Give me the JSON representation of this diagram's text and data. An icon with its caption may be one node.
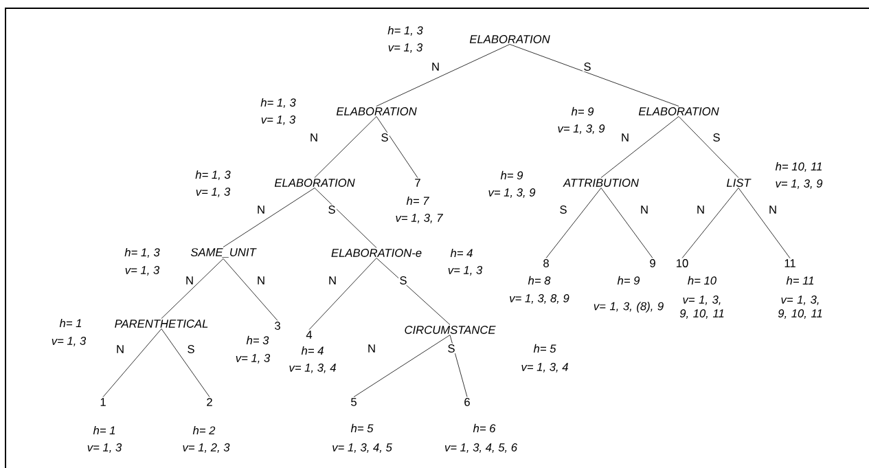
{
  "diagram": {
    "nodes": [
      {
        "text": [
          "ELABORATION"
        ],
        "beside": [
          "h= 1, 3",
          "v= 1, 3"
        ]
      },
      {
        "text": [
          "ELABORATION"
        ],
        "beside": [
          "h= 1, 3",
          "v= 1, 3"
        ]
      },
      {
        "text": [
          "ELABORATION"
        ],
        "beside": [
          "h= 9",
          "v= 1, 3, 9"
        ]
      },
      {
        "text": [
          "ELABORATION"
        ],
        "beside": [
          "h= 1, 3",
          "v= 1, 3"
        ]
      },
      {
        "text": [
          "7"
        ],
        "beside": [
          "h= 7",
          "v= 1, 3, 7"
        ]
      },
      {
        "text": [
          "ATTRIBUTION"
        ],
        "beside": [
          "h= 9",
          "v= 1, 3, 9"
        ]
      },
      {
        "text": [
          "LIST"
        ],
        "beside": [
          "h= 10, 11",
          "v= 1, 3, 9"
        ]
      },
      {
        "text": [
          "SAME_UNIT"
        ],
        "beside": [
          "h= 1, 3",
          "v= 1, 3"
        ]
      },
      {
        "text": [
          "ELABORATION-e"
        ],
        "beside": [
          "h= 4",
          "v= 1, 3"
        ]
      },
      {
        "text": [
          "8"
        ],
        "beside": [
          "h= 8",
          "v= 1, 3, 8, 9"
        ]
      },
      {
        "text": [
          "9"
        ],
        "beside": [
          "h= 9",
          "v= 1, 3, (8), 9"
        ]
      },
      {
        "text": [
          "10"
        ],
        "beside": [
          "h= 10",
          "v= 1, 3, 9, 10, 11"
        ]
      },
      {
        "text": [
          "11"
        ],
        "beside": [
          "h= 11",
          "v= 1, 3, 9, 10, 11"
        ]
      },
      {
        "text": [
          "PARENTHETICAL"
        ],
        "beside": [
          "h= 1",
          "v= 1, 3"
        ]
      },
      {
        "text": [
          "3"
        ],
        "beside": [
          "h= 3",
          "v= 1, 3"
        ]
      },
      {
        "text": [
          "4"
        ],
        "beside": [
          "h= 4",
          "v= 1, 3, 4"
        ]
      },
      {
        "text": [
          "CIRCUMSTANCE"
        ],
        "beside": [
          "h= 5",
          "v= 1, 3, 4"
        ]
      },
      {
        "text": [
          "1"
        ],
        "beside": [
          "h= 1",
          "v= 1, 3"
        ]
      },
      {
        "text": [
          "2"
        ],
        "beside": [
          "h= 2",
          "v= 1, 2, 3"
        ]
      },
      {
        "text": [
          "5"
        ],
        "beside": [
          "h= 5",
          "v= 1, 3, 4, 5"
        ]
      },
      {
        "text": [
          "6"
        ],
        "beside": [
          "h= 6",
          "v= 1, 3, 4, 5, 6"
        ]
      }
    ],
    "edges": [
      {
        "from": 0,
        "to": 1,
        "arrow": "none",
        "label": "N"
      },
      {
        "from": 0,
        "to": 2,
        "arrow": "none",
        "label": "S"
      },
      {
        "from": 1,
        "to": 3,
        "arrow": "none",
        "label": "N"
      },
      {
        "from": 1,
        "to": 4,
        "arrow": "none",
        "label": "S"
      },
      {
        "from": 2,
        "to": 5,
        "arrow": "none",
        "label": "N"
      },
      {
        "from": 2,
        "to": 6,
        "arrow": "none",
        "label": "S"
      },
      {
        "from": 3,
        "to": 7,
        "arrow": "none",
        "label": "N"
      },
      {
        "from": 3,
        "to": 8,
        "arrow": "none",
        "label": "S"
      },
      {
        "from": 5,
        "to": 9,
        "arrow": "none",
        "label": "S"
      },
      {
        "from": 5,
        "to": 10,
        "arrow": "none",
        "label": "N"
      },
      {
        "from": 6,
        "to": 11,
        "arrow": "none",
        "label": "N"
      },
      {
        "from": 6,
        "to": 12,
        "arrow": "none",
        "label": "N"
      },
      {
        "from": 7,
        "to": 13,
        "arrow": "none",
        "label": "N"
      },
      {
        "from": 7,
        "to": 14,
        "arrow": "none",
        "label": "N"
      },
      {
        "from": 8,
        "to": 15,
        "arrow": "none",
        "label": "N"
      },
      {
        "from": 8,
        "to": 16,
        "arrow": "none",
        "label": "S"
      },
      {
        "from": 13,
        "to": 17,
        "arrow": "none",
        "label": "N"
      },
      {
        "from": 13,
        "to": 18,
        "arrow": "none",
        "label": "S"
      },
      {
        "from": 16,
        "to": 19,
        "arrow": "none",
        "label": "N"
      },
      {
        "from": 16,
        "to": 20,
        "arrow": "none",
        "label": "S"
      }
    ]
  }
}
